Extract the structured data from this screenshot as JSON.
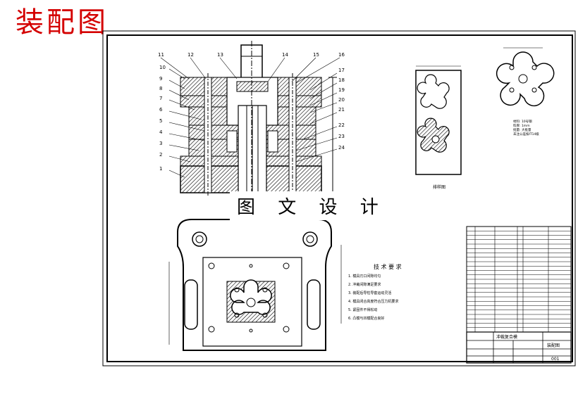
{
  "header": {
    "title": "装配图",
    "watermark": "图 文 设 计"
  },
  "part_numbers": [
    "1",
    "2",
    "3",
    "4",
    "5",
    "6",
    "7",
    "8",
    "9",
    "10",
    "11",
    "12",
    "13",
    "14",
    "15",
    "16",
    "17",
    "18",
    "19",
    "20",
    "21",
    "22",
    "23",
    "24"
  ],
  "tech_requirements": {
    "heading": "技 术 要 求",
    "lines": [
      "1. 模具刃口间隙均匀",
      "2. 冲裁间隙满足要求",
      "3. 装配后导柱导套运动灵活",
      "4. 模具闭合高度符合压力机要求",
      "5. 紧固件不得松动",
      "6. 凸模与凹模配合良好"
    ]
  },
  "strip_layout_label": "排样图",
  "part_notes": [
    "材料: 10号钢",
    "料厚: 1mm",
    "批量: 大批量",
    "未注公差按IT14级"
  ],
  "title_block": {
    "drawing_name": "冲裁复合模",
    "drawing_type": "装配图",
    "sheet": "001"
  },
  "colors": {
    "title": "#d40000",
    "line": "#000000",
    "hatch": "#000000"
  }
}
